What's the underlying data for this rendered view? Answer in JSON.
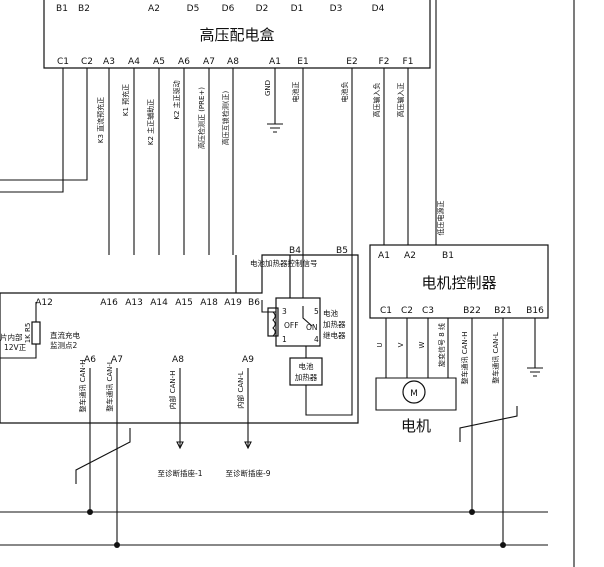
{
  "hv_box": {
    "title": "高压配电盒",
    "top_pins": [
      "B1",
      "B2",
      "A2",
      "D5",
      "D6",
      "D2",
      "D1",
      "D3",
      "D4"
    ],
    "bottom_pins": [
      "C1",
      "C2",
      "A3",
      "A4",
      "A5",
      "A6",
      "A7",
      "A8",
      "A1",
      "E1",
      "E2",
      "F2",
      "F1"
    ],
    "signals": {
      "A3": "K3 直流预充正",
      "A4": "K1 预充正",
      "A5": "K2 主正辅助正",
      "A6": "K2 主正驱动",
      "A7": "高压检测正 (PRE+)",
      "A8": "高压互锁检测(正)",
      "A1": "GND",
      "E1": "电池正",
      "E2": "电池负",
      "F2": "高压输入负",
      "F1": "高压输入正"
    }
  },
  "bms_box": {
    "top_pins": [
      "B4",
      "B5"
    ],
    "heater_signal": "电池加热器控制信号",
    "pins": [
      "A12",
      "A16",
      "A13",
      "A14",
      "A15",
      "A18",
      "A19",
      "B6"
    ],
    "internal_label_1": "片内部",
    "internal_label_2": "12V正",
    "resistor_label": "1K R5",
    "dc_label_1": "直流充电",
    "dc_label_2": "监测点2",
    "bottom_pins": [
      "A6",
      "A7",
      "A8",
      "A9"
    ],
    "bottom_signals": {
      "A6": "整车通讯 CAN-H",
      "A7": "整车通讯 CAN-L",
      "A8": "内部 CAN-H",
      "A9": "内部 CAN-L"
    }
  },
  "relay": {
    "pins": [
      "3",
      "5",
      "1",
      "4"
    ],
    "off_label": "OFF",
    "on_label": "ON",
    "name_1": "电池",
    "name_2": "加热器",
    "name_3": "继电器"
  },
  "heater": {
    "name_1": "电池",
    "name_2": "加热器"
  },
  "motor_controller": {
    "title": "电机控制器",
    "top_pins": [
      "A1",
      "A2",
      "B1"
    ],
    "b1_signal": "低压电源正",
    "bottom_pins": [
      "C1",
      "C2",
      "C3",
      "B22",
      "B21",
      "B16"
    ],
    "bottom_signals": {
      "C1": "U",
      "C2": "V",
      "C3": "W",
      "rotary": "旋变信号 8 线",
      "B22": "整车通讯 CAN-H",
      "B21": "整车通讯 CAN-L"
    }
  },
  "motor": {
    "symbol": "M",
    "label": "电机"
  },
  "diag": {
    "label_1": "至诊断插座-1",
    "label_2": "至诊断插座-9"
  }
}
